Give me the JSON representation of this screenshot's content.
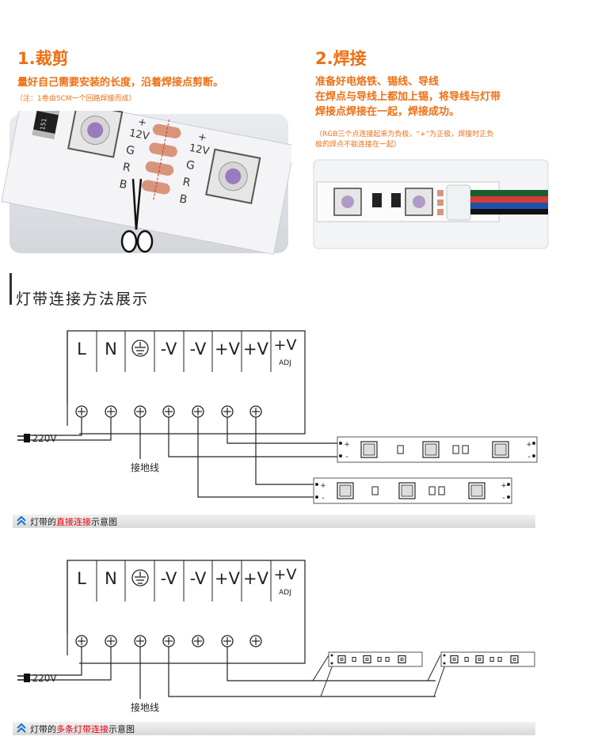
{
  "step1": {
    "title": "1.裁剪",
    "body": "量好自己需要安装的长度，沿着焊接点剪断。",
    "note": "（注：1卷由5CM一个回路焊接而成）",
    "strip_labels": [
      "+",
      "12V",
      "G",
      "R",
      "B",
      "+",
      "12V",
      "G",
      "R",
      "B"
    ],
    "resistor_label": "151"
  },
  "step2": {
    "title": "2.焊接",
    "body_lines": [
      "准备好电烙铁、锡线、导线",
      "在焊点与导线上都加上锡，将导线与灯带",
      "焊接点焊接在一起，焊接成功。"
    ],
    "note_lines": [
      "（RGB三个点连接起来为负极，“+”为正极，焊接时正负",
      "极的焊点不能连接在一起）"
    ]
  },
  "section": {
    "title": "灯带连接方法展示"
  },
  "psu": {
    "terminals": [
      "L",
      "N",
      "⏚",
      "-V",
      "-V",
      "+V",
      "+V",
      "+V"
    ],
    "adj": "ADJ",
    "input_label": "220V",
    "ground_label": "接地线"
  },
  "strip_pole_labels": {
    "plus": "+",
    "minus": "-"
  },
  "diagram1": {
    "caption_pre": "灯带的",
    "caption_hl": "直接连接",
    "caption_post": "示意图"
  },
  "diagram2": {
    "caption_pre": "灯带的",
    "caption_hl": "多条灯带连接",
    "caption_post": "示意图"
  },
  "colors": {
    "accent_orange": "#ee6f13",
    "highlight_red": "#e60012",
    "caption_icon_blue": "#1a73c8",
    "wire": "#222222"
  }
}
